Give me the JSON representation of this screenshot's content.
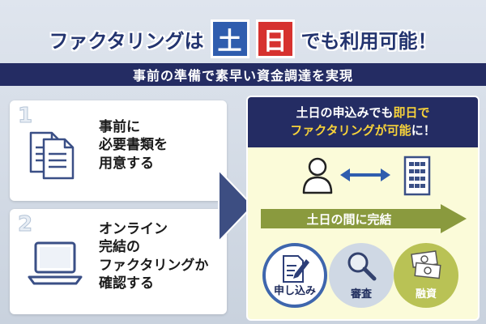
{
  "title": {
    "prefix": "ファクタリングは",
    "sat_char": "土",
    "sun_char": "日",
    "suffix": "でも利用可能！"
  },
  "subtitle": "事前の準備で素早い資金調達を実現",
  "steps": [
    {
      "number": "1",
      "lines": [
        "事前に",
        "必要書類を",
        "用意する"
      ],
      "icon": "documents-icon"
    },
    {
      "number": "2",
      "lines": [
        "オンライン",
        "完結の",
        "ファクタリングか",
        "確認する"
      ],
      "icon": "laptop-icon"
    }
  ],
  "panel": {
    "line1_normal": "土日の申込みでも",
    "line1_highlight": "即日で",
    "line2_highlight": "ファクタリングが可能",
    "line2_normal": "に！",
    "flow_label": "土日の間に完結",
    "circles": [
      {
        "label": "申し込み",
        "icon": "pen-paper-icon"
      },
      {
        "label": "審査",
        "icon": "magnifier-icon"
      },
      {
        "label": "融資",
        "icon": "money-icon"
      }
    ]
  },
  "colors": {
    "navy": "#242c63",
    "saturday_blue": "#2f5dae",
    "sunday_red": "#d6322f",
    "highlight_yellow": "#f7d23a",
    "flow_green": "#8a9a3e",
    "panel_bg": "#fbfbd9"
  }
}
